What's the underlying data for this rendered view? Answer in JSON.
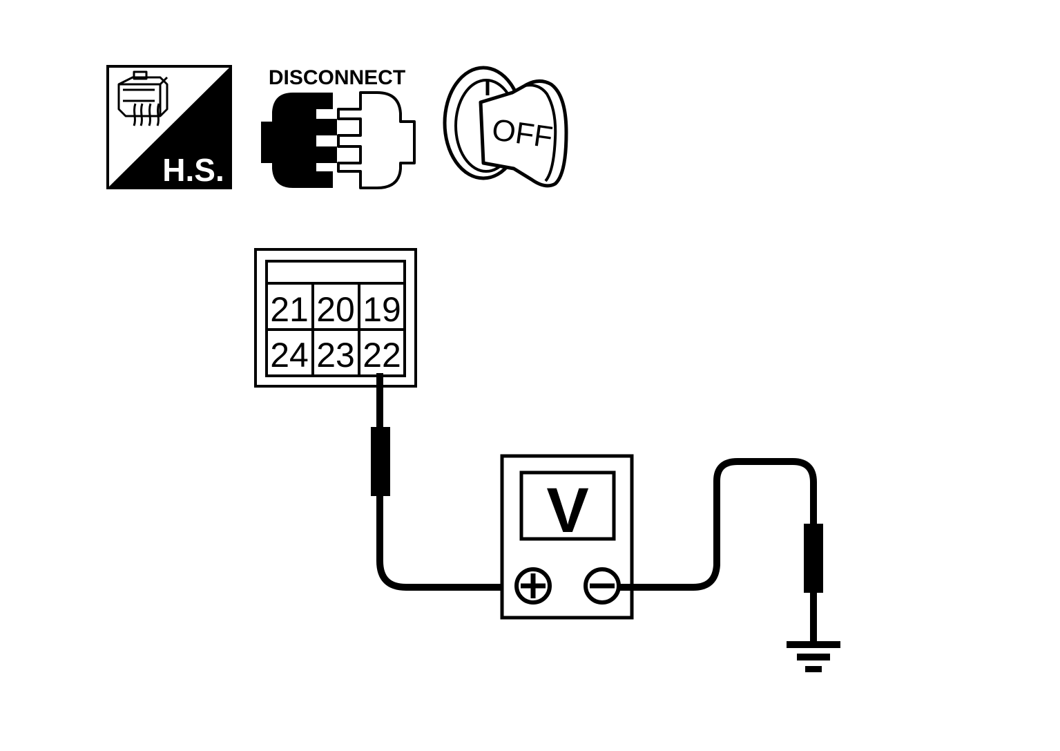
{
  "icons": {
    "harness_side": {
      "label": "H.S.",
      "icon": "harness-side-icon"
    },
    "disconnect": {
      "label": "DISCONNECT",
      "icon": "disconnect-connector-icon"
    },
    "ignition": {
      "label": "OFF",
      "icon": "ignition-key-off-icon"
    }
  },
  "connector": {
    "pins_top": [
      "21",
      "20",
      "19"
    ],
    "pins_bottom": [
      "24",
      "23",
      "22"
    ],
    "probed_pin": "22"
  },
  "meter": {
    "display": "V",
    "plus_terminal": "plus-terminal-icon",
    "minus_terminal": "minus-terminal-icon"
  },
  "ground": {
    "icon": "ground-symbol-icon"
  },
  "colors": {
    "ink": "#000000",
    "paper": "#ffffff"
  }
}
